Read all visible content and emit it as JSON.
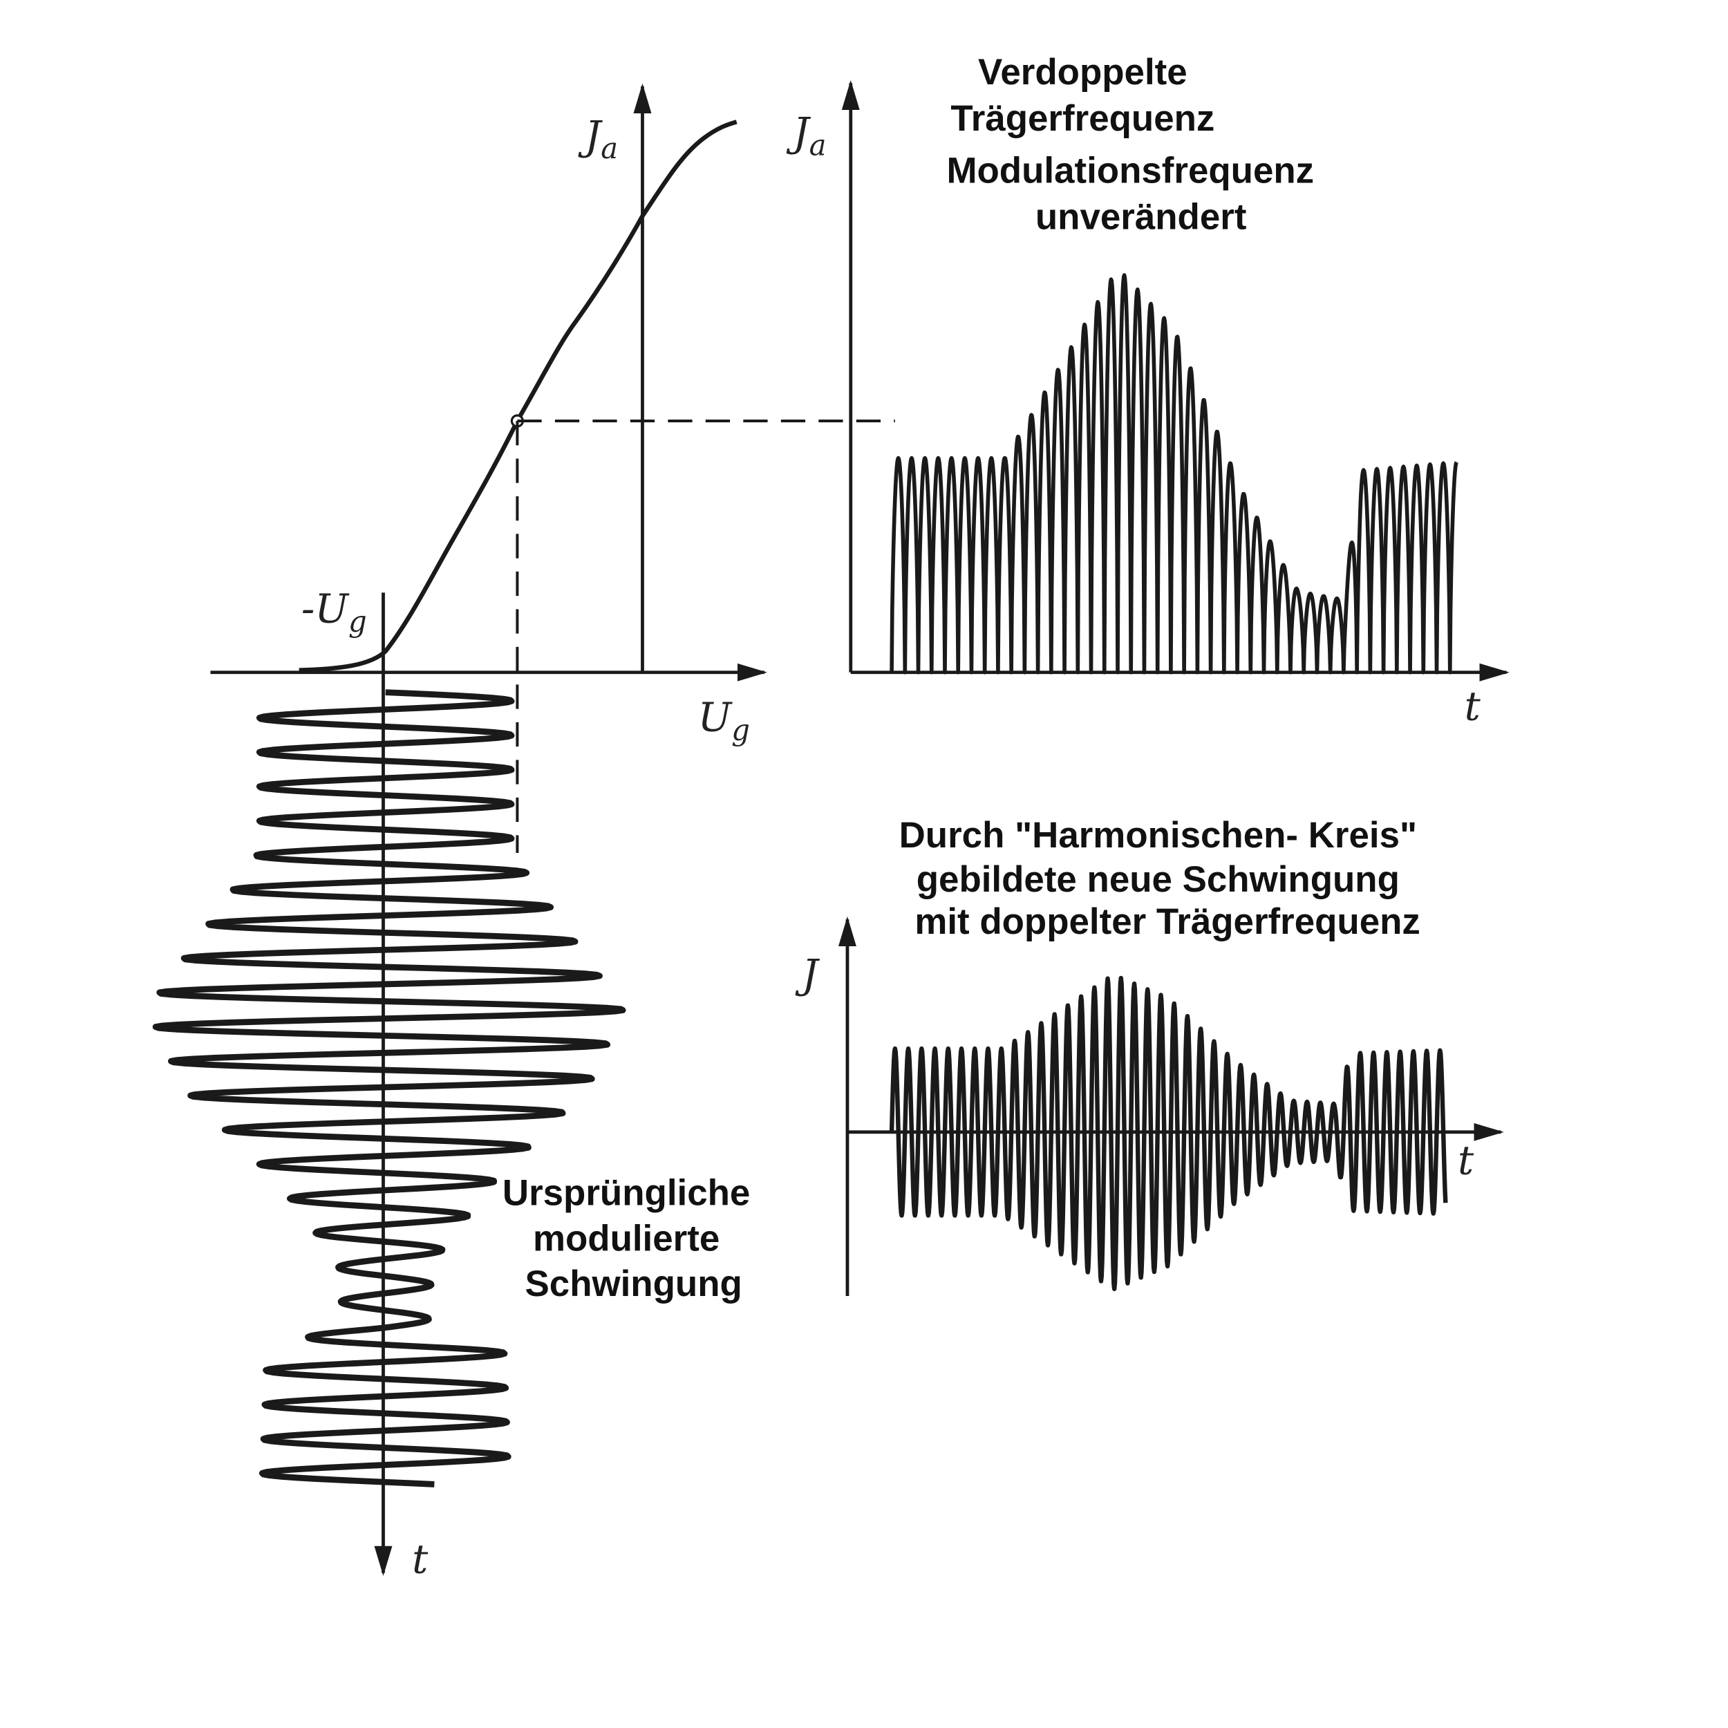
{
  "colors": {
    "ink": "#1a1a1a",
    "background": "#ffffff"
  },
  "characteristic": {
    "y_axis_label": "J",
    "y_axis_sub": "a",
    "x_axis_label": "U",
    "x_axis_sub": "g",
    "bias_label": "-U",
    "bias_sub": "g"
  },
  "input_wave": {
    "time_label": "t",
    "caption": [
      "Ursprüngliche",
      "modulierte",
      "Schwingung"
    ]
  },
  "anode_current": {
    "y_axis_label": "J",
    "y_axis_sub": "a",
    "time_label": "t",
    "caption": [
      "Verdoppelte",
      "Trägerfrequenz",
      "Modulationsfrequenz",
      "unverändert"
    ]
  },
  "output_wave": {
    "y_axis_label": "J",
    "time_label": "t",
    "caption": [
      "Durch \"Harmonischen- Kreis\"",
      "gebildete neue Schwingung",
      "mit doppelter Trägerfrequenz"
    ]
  }
}
